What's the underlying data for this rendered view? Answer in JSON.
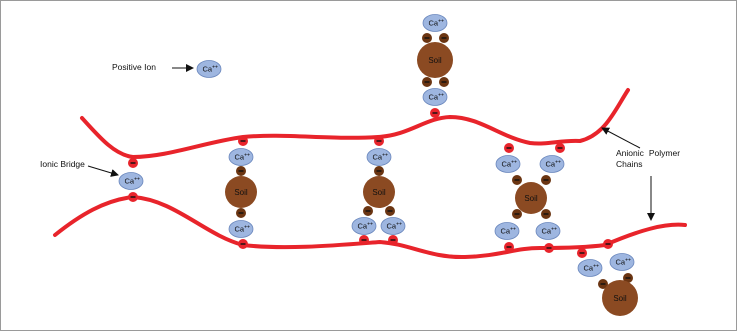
{
  "labels": {
    "positive_ion": "Positive Ion",
    "ionic_bridge": "Ionic Bridge",
    "anionic_line1_a": "Anionic",
    "anionic_line1_b": "Polymer",
    "anionic_line2": "Chains"
  },
  "ion": {
    "base": "Ca",
    "charge": "++"
  },
  "soil_label": "Soil",
  "colors": {
    "polymer_chain": "#e8242b",
    "negative_site": "#e8242b",
    "ion_fill": "#9eb6e0",
    "ion_stroke": "#6a87bd",
    "soil_fill": "#8b4a22",
    "soil_bond": "#6b3512"
  }
}
